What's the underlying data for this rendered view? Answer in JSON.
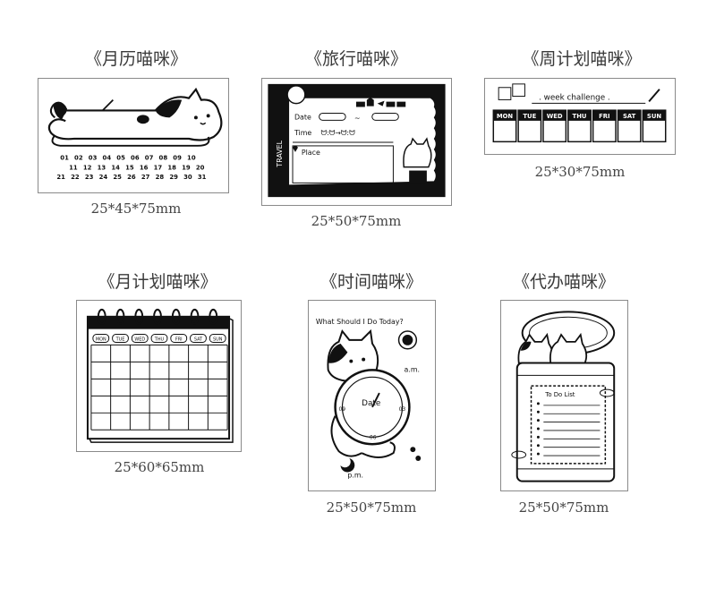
{
  "products": [
    {
      "title": "《月历喵咪》",
      "size": "25*45*75mm",
      "calendar_numbers": [
        "01",
        "02",
        "03",
        "04",
        "05",
        "06",
        "07",
        "08",
        "09",
        "10",
        "11",
        "12",
        "13",
        "14",
        "15",
        "16",
        "17",
        "18",
        "19",
        "20",
        "21",
        "22",
        "23",
        "24",
        "25",
        "26",
        "27",
        "28",
        "29",
        "30",
        "31"
      ]
    },
    {
      "title": "《旅行喵咪》",
      "size": "25*50*75mm",
      "side_label": "TRAVEL",
      "fields": {
        "date": "Date",
        "time": "Time",
        "place": "Place",
        "tilde": "~"
      }
    },
    {
      "title": "《周计划喵咪》",
      "size": "25*30*75mm",
      "heading": ". week challenge .",
      "days": [
        "MON",
        "TUE",
        "WED",
        "THU",
        "FRI",
        "SAT",
        "SUN"
      ]
    },
    {
      "title": "《月计划喵咪》",
      "size": "25*60*65mm",
      "days": [
        "MON",
        "TUE",
        "WED",
        "THU",
        "FRI",
        "SAT",
        "SUN"
      ]
    },
    {
      "title": "《时间喵咪》",
      "size": "25*50*75mm",
      "question": "What Should I Do Today?",
      "clock_label": "Date",
      "am": "a.m.",
      "pm": "p.m.",
      "clock_numbers": [
        "09",
        "03",
        "06"
      ]
    },
    {
      "title": "《代办喵咪》",
      "size": "25*50*75mm",
      "list_title": "To Do List"
    }
  ]
}
